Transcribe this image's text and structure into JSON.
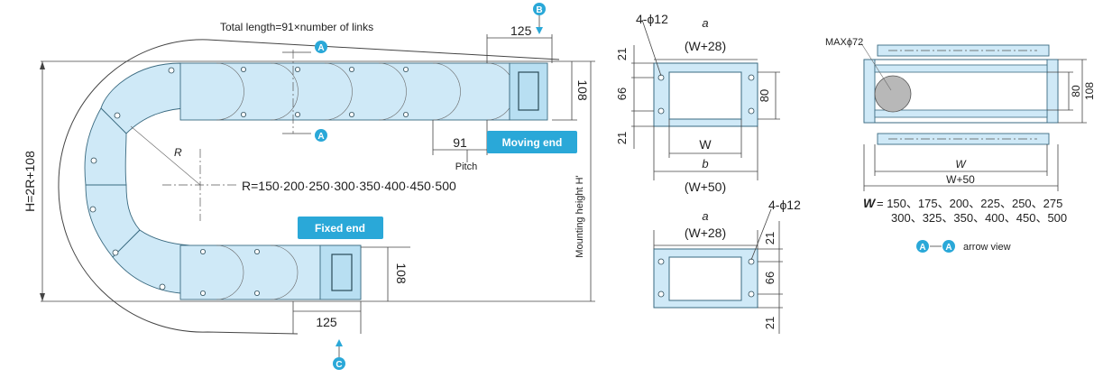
{
  "left_diagram": {
    "total_length_label": "Total length=91×number of links",
    "section_marker": "A",
    "moving_end_label": "Moving  end",
    "fixed_end_label": "Fixed  end",
    "top_end_length": "125",
    "bottom_end_length": "125",
    "end_height_top": "108",
    "end_height_bottom": "108",
    "pitch_value": "91",
    "pitch_label": "Pitch",
    "radius_symbol": "R",
    "radius_values": "R=150·200·250·300·350·400·450·500",
    "overall_height": "H=2R+108",
    "mounting_height": "Mounting height  H'",
    "marker_b": "B",
    "marker_c": "C"
  },
  "section_top": {
    "holes_label": "4-ϕ12",
    "a_label": "a",
    "a_formula": "(W+28)",
    "dim_21_top": "21",
    "dim_66": "66",
    "dim_21_bottom": "21",
    "dim_80": "80",
    "w_label": "W",
    "b_label": "b",
    "b_formula": "(W+50)"
  },
  "section_bottom": {
    "a_label": "a",
    "a_formula": "(W+28)",
    "holes_label": "4-ϕ12",
    "dim_21_top": "21",
    "dim_66": "66",
    "dim_21_bottom": "21"
  },
  "side_view": {
    "max_label": "MAXϕ72",
    "dim_108": "108",
    "dim_80": "80",
    "w_label": "W",
    "w50_label": "W+50",
    "w_list_prefix": "W",
    "w_list_line1": "= 150、175、200、225、250、275",
    "w_list_line2": "300、325、350、400、450、500",
    "arrow_view_from": "A",
    "arrow_view_to": "A",
    "arrow_view_label": "arrow view"
  },
  "colors": {
    "link_fill": "#cfe9f7",
    "badge": "#2aa8d8",
    "marker": "#2aa8d8"
  }
}
